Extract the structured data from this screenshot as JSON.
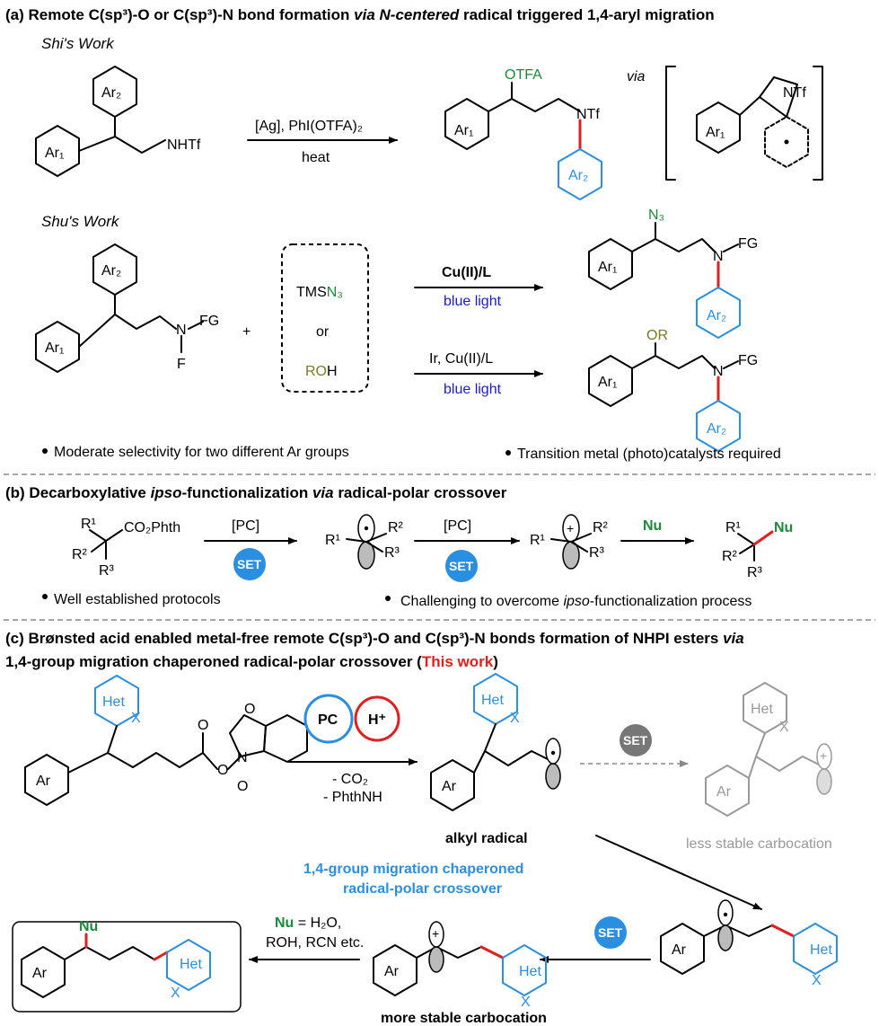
{
  "section_a": {
    "title_main": "(a) Remote C(sp³)-O or C(sp³)-N bond formation ",
    "title_via": "via",
    "title_ital": " N-centered ",
    "title_end": "radical triggered 1,4-aryl migration",
    "shi_label": "Shi's Work",
    "shi_sm_ar_top": "Ar₂",
    "shi_sm_ar_bottom": "Ar₁",
    "shi_sm_nh": "NHTf",
    "shi_conditions_top": "[Ag], PhI(OTFA)₂",
    "shi_conditions_bottom": "heat",
    "shi_product_otfa": "OTFA",
    "shi_product_ntf": "NTf",
    "shi_product_ar1": "Ar₁",
    "shi_product_ar2": "Ar₂",
    "via_label": "via",
    "intermediate_ntf": "NTf",
    "intermediate_ar1": "Ar₁",
    "shu_label": "Shu's Work",
    "shu_sm_ar2": "Ar₂",
    "shu_sm_ar1": "Ar₁",
    "shu_sm_n": "N",
    "shu_sm_fg": "FG",
    "shu_sm_f": "F",
    "plus": "+",
    "reagent_tms": "TMS",
    "reagent_n3": "N₃",
    "reagent_or": "or",
    "reagent_ro": "RO",
    "reagent_h": "H",
    "cond1_top": "Cu(II)/L",
    "cond1_bottom": "blue light",
    "cond2_top": "Ir, Cu(II)/L",
    "cond2_bottom": "blue light",
    "prod1_n3": "N₃",
    "prod1_nfg": "N",
    "prod1_fg": "FG",
    "prod1_ar1": "Ar₁",
    "prod1_ar2": "Ar₂",
    "prod2_or": "OR",
    "prod2_n": "N",
    "prod2_fg": "FG",
    "prod2_ar1": "Ar₁",
    "prod2_ar2": "Ar₂",
    "note_left": "Moderate selectivity for two different Ar groups",
    "note_right": "Transition metal (photo)catalysts required"
  },
  "section_b": {
    "title_start": "(b) Decarboxylative ",
    "title_ipso": "ipso",
    "title_mid": "-functionalization ",
    "title_via": "via",
    "title_end": " radical-polar crossover",
    "sm_r1": "R¹",
    "sm_r2": "R²",
    "sm_r3": "R³",
    "sm_co2": "CO₂Phth",
    "pc1": "[PC]",
    "set1": "SET",
    "rad_r1": "R¹",
    "rad_r2": "R²",
    "rad_r3": "R³",
    "pc2": "[PC]",
    "set2": "SET",
    "cat_r1": "R¹",
    "cat_r2": "R²",
    "cat_r3": "R³",
    "nu_arrow": "Nu",
    "prod_r1": "R¹",
    "prod_r2": "R²",
    "prod_r3": "R³",
    "prod_nu": "Nu",
    "note_left": "Well established protocols",
    "note_right_start": "Challenging to overcome ",
    "note_right_ipso": "ipso",
    "note_right_end": "-functionalization process"
  },
  "section_c": {
    "title_line1_start": "(c) Brønsted acid enabled metal-free remote C(sp³)-O and C(sp³)-N bonds formation of NHPI esters ",
    "title_line1_via": "via",
    "title_line2_start": "1,4-group migration chaperoned radical-polar crossover (",
    "title_line2_red": "This work",
    "title_line2_end": ")",
    "sm_het": "Het",
    "sm_x": "X",
    "sm_ar": "Ar",
    "sm_o1": "O",
    "sm_o2": "O",
    "sm_o3": "O",
    "sm_o4": "O",
    "sm_n": "N",
    "pc": "PC",
    "h_plus": "H⁺",
    "cond_co2": "- CO₂",
    "cond_phthnh": "- PhthNH",
    "rad_het": "Het",
    "rad_x": "X",
    "rad_ar": "Ar",
    "rad_label": "alkyl radical",
    "set_grey": "SET",
    "less_het": "Het",
    "less_x": "X",
    "less_ar": "Ar",
    "less_label": "less stable carbocation",
    "migration_line1": "1,4-group migration chaperoned",
    "migration_line2": "radical-polar crossover",
    "mig_ar": "Ar",
    "mig_het": "Het",
    "mig_x": "X",
    "set_blue": "SET",
    "more_ar": "Ar",
    "more_het": "Het",
    "more_x": "X",
    "more_label": "more stable carbocation",
    "nu_eq_nu": "Nu",
    "nu_eq_rest": " = H₂O,",
    "nu_line2": "ROH, RCN etc.",
    "prod_nu": "Nu",
    "prod_ar": "Ar",
    "prod_het": "Het",
    "prod_x": "X"
  },
  "colors": {
    "blue": "#2a8fe0",
    "green": "#1b8a3a",
    "olive": "#7a7a25",
    "red": "#e0201c",
    "set_blue": "#2a8fe0",
    "set_grey": "#777777",
    "dark_blue_text": "#1a1ad0",
    "grey": "#999999"
  }
}
